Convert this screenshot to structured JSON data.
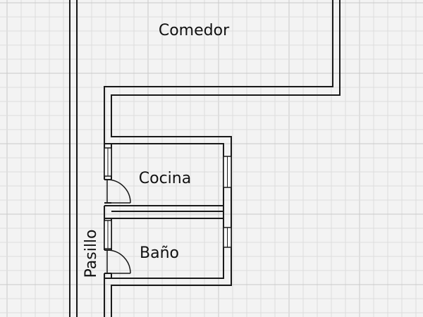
{
  "rooms": {
    "comedor": {
      "label": "Comedor"
    },
    "cocina": {
      "label": "Cocina"
    },
    "bano": {
      "label": "Baño"
    },
    "pasillo": {
      "label": "Pasillo"
    }
  },
  "colors": {
    "background": "#f3f3f3",
    "grid_minor": "#dddddd",
    "grid_major": "#c9c9c9",
    "wall_line": "#1a1a1a",
    "wall_fill": "#ffffff",
    "text": "#111111"
  }
}
